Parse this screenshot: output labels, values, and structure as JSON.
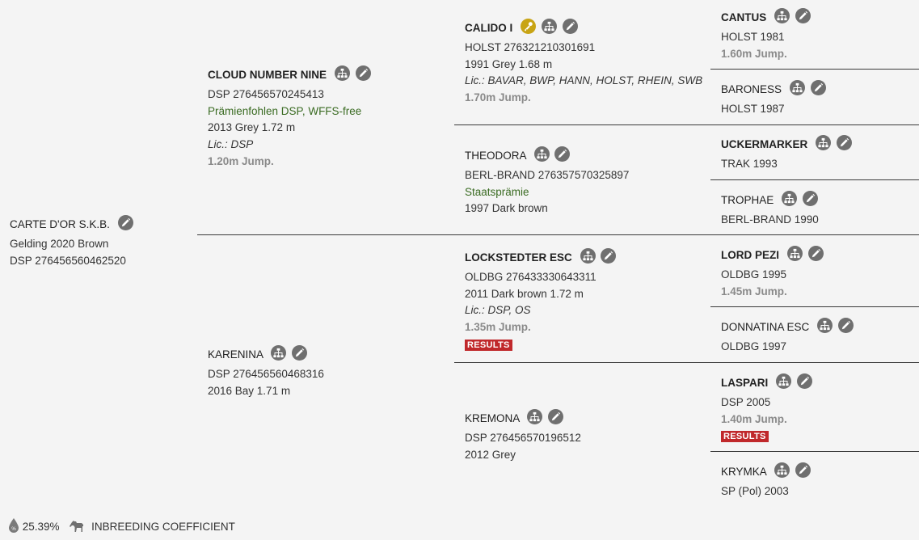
{
  "subject": {
    "name": "CARTE D'OR S.K.B.",
    "line1": "Gelding 2020 Brown",
    "line2": "DSP 276456560462520"
  },
  "sire": {
    "name": "CLOUD NUMBER NINE",
    "reg": "DSP 276456570245413",
    "award": "Prämienfohlen DSP, WFFS-free",
    "info": "2013 Grey 1.72 m",
    "lic": "Lic.: DSP",
    "perf": "1.20m Jump."
  },
  "dam": {
    "name": "KARENINA",
    "reg": "DSP 276456560468316",
    "info": "2016 Bay 1.71 m"
  },
  "ss": {
    "name": "CALIDO I",
    "reg": "HOLST 276321210301691",
    "info": "1991 Grey 1.68 m",
    "lic": "Lic.: BAVAR, BWP, HANN, HOLST, RHEIN, SWB",
    "perf": "1.70m Jump."
  },
  "sd": {
    "name": "THEODORA",
    "reg": "BERL-BRAND 276357570325897",
    "award": "Staatsprämie",
    "info": "1997 Dark brown"
  },
  "ds": {
    "name": "LOCKSTEDTER ESC",
    "reg": "OLDBG 276433330643311",
    "info": "2011 Dark brown 1.72 m",
    "lic": "Lic.: DSP, OS",
    "perf": "1.35m Jump.",
    "results": "RESULTS"
  },
  "dd": {
    "name": "KREMONA",
    "reg": "DSP 276456570196512",
    "info": "2012 Grey"
  },
  "sss": {
    "name": "CANTUS",
    "info": "HOLST 1981",
    "perf": "1.60m Jump."
  },
  "ssd": {
    "name": "BARONESS",
    "info": "HOLST 1987"
  },
  "sds": {
    "name": "UCKERMARKER",
    "info": "TRAK 1993"
  },
  "sdd": {
    "name": "TROPHAE",
    "info": "BERL-BRAND 1990"
  },
  "dss": {
    "name": "LORD PEZI",
    "info": "OLDBG 1995",
    "perf": "1.45m Jump."
  },
  "dsd": {
    "name": "DONNATINA ESC",
    "info": "OLDBG 1997"
  },
  "dds": {
    "name": "LASPARI",
    "info": "DSP 2005",
    "perf": "1.40m Jump.",
    "results": "RESULTS"
  },
  "ddd": {
    "name": "KRYMKA",
    "info": "SP (Pol) 2003"
  },
  "footer": {
    "percent": "25.39%",
    "label": "INBREEDING COEFFICIENT"
  },
  "icons": {
    "pedigree": "pedigree-icon",
    "edit": "edit-pencil-icon",
    "key": "key-icon",
    "drop": "percent-drop-icon",
    "horse": "horse-icon"
  },
  "colors": {
    "background": "#f4f4f4",
    "icon": "#6f6f6f",
    "gold_icon": "#c8a414",
    "results": "#c0282b",
    "award": "#3a6b22",
    "performance": "#8a8a8a"
  }
}
